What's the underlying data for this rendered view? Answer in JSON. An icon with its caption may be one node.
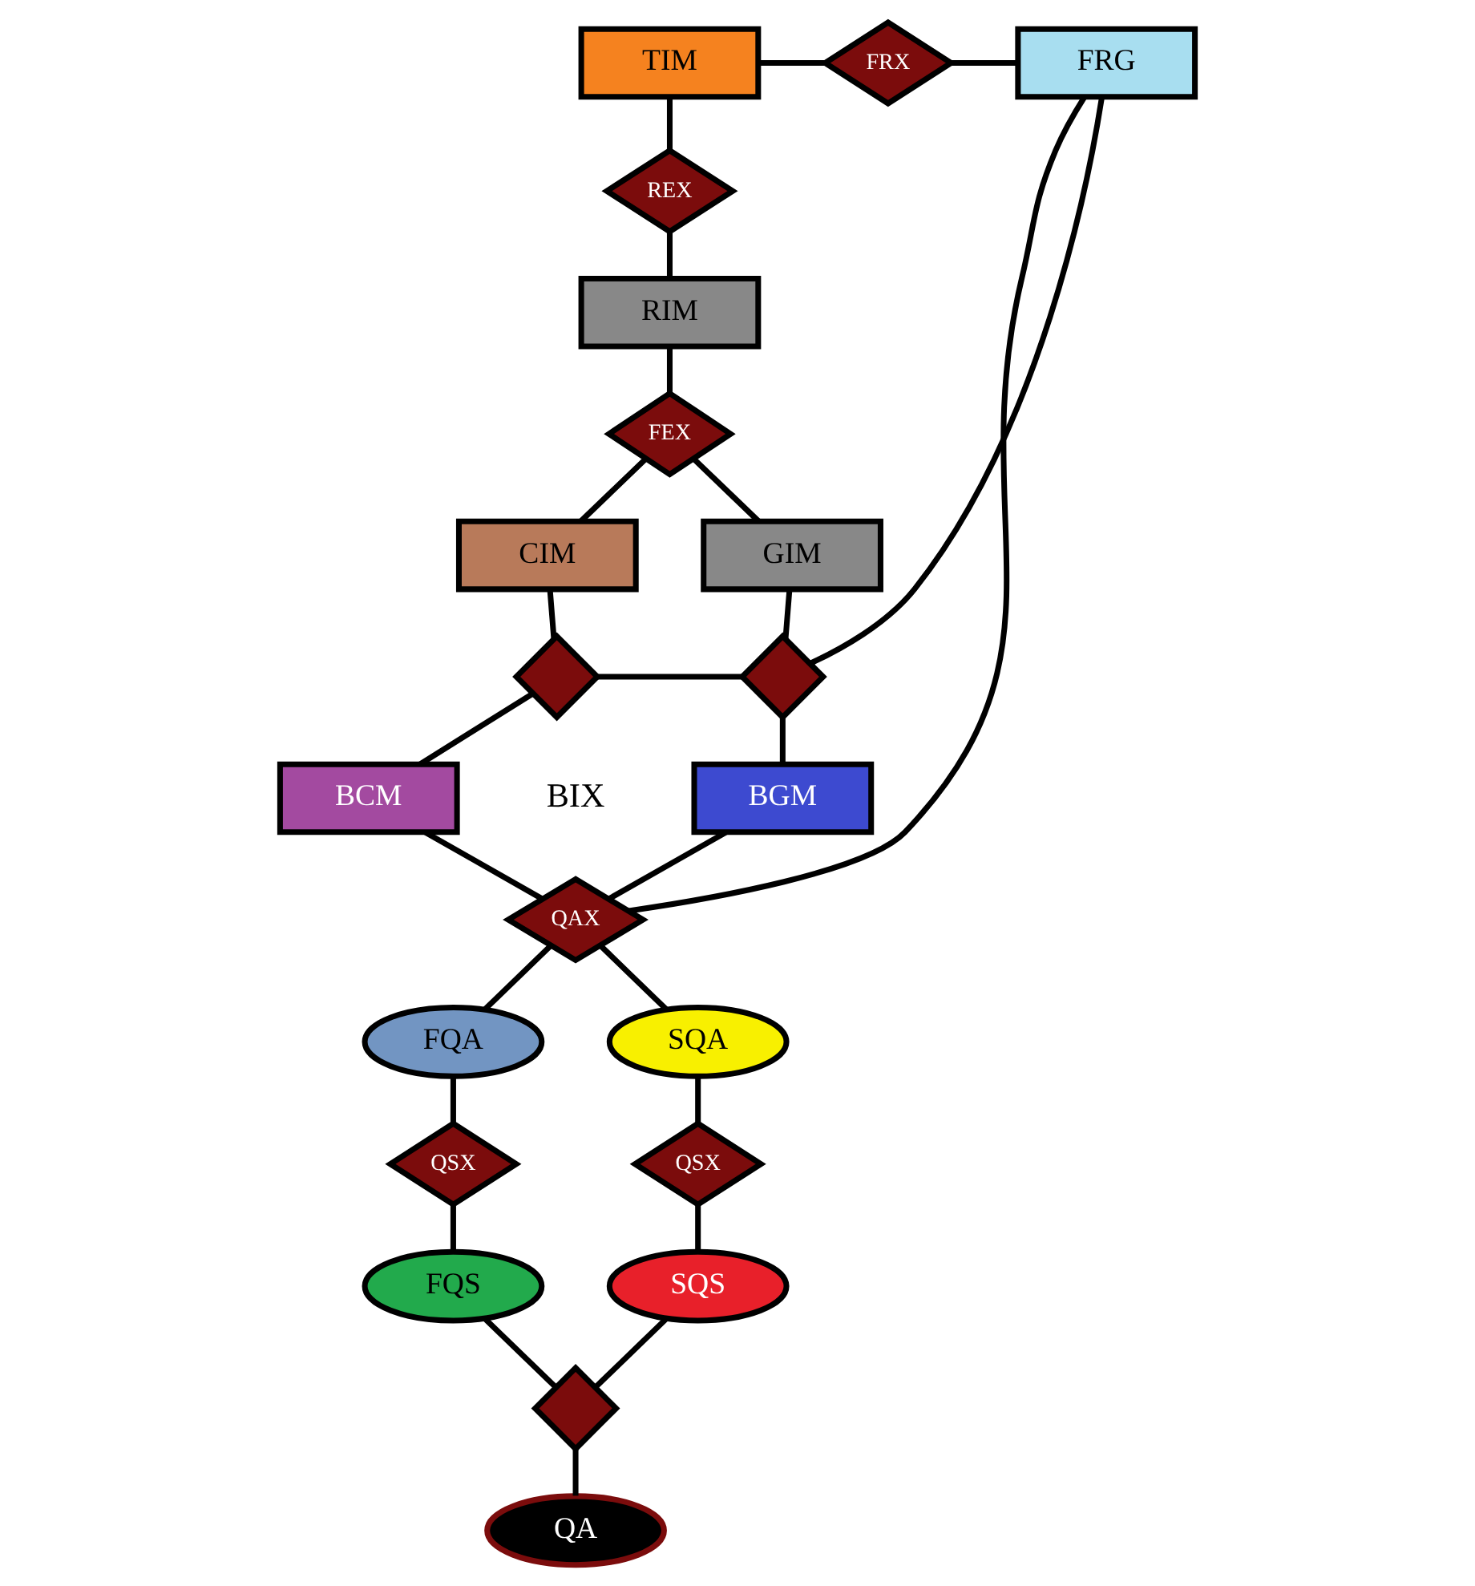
{
  "diagram": {
    "nodes": [
      {
        "text": [
          "TIM"
        ]
      },
      {
        "text": [
          "FRX"
        ]
      },
      {
        "text": [
          "FRG"
        ]
      },
      {
        "text": [
          "REX"
        ]
      },
      {
        "text": [
          "RIM"
        ]
      },
      {
        "text": [
          "FEX"
        ]
      },
      {
        "text": [
          "CIM"
        ]
      },
      {
        "text": [
          "GIM"
        ]
      },
      {
        "text": [],
        "shape": "diamond"
      },
      {
        "text": [],
        "shape": "diamond"
      },
      {
        "text": [
          "BCM"
        ]
      },
      {
        "text": [
          "BGM"
        ]
      },
      {
        "text": [
          "QAX"
        ]
      },
      {
        "text": [
          "FQA"
        ]
      },
      {
        "text": [
          "SQA"
        ]
      },
      {
        "text": [
          "QSX"
        ]
      },
      {
        "text": [
          "QSX"
        ]
      },
      {
        "text": [
          "FQS"
        ]
      },
      {
        "text": [
          "SQS"
        ]
      },
      {
        "text": [],
        "shape": "diamond"
      },
      {
        "text": [
          "QA"
        ]
      }
    ],
    "edges": [
      {
        "from": 0,
        "to": 1,
        "arrow": "none"
      },
      {
        "from": 1,
        "to": 2,
        "arrow": "none"
      },
      {
        "from": 0,
        "to": 3,
        "arrow": "none"
      },
      {
        "from": 3,
        "to": 4,
        "arrow": "none"
      },
      {
        "from": 4,
        "to": 5,
        "arrow": "none"
      },
      {
        "from": 5,
        "to": 6,
        "arrow": "none"
      },
      {
        "from": 5,
        "to": 7,
        "arrow": "none"
      },
      {
        "from": 6,
        "to": 8,
        "arrow": "none"
      },
      {
        "from": 7,
        "to": 9,
        "arrow": "none"
      },
      {
        "from": 8,
        "to": 9,
        "arrow": "none"
      },
      {
        "from": 9,
        "to": 2,
        "arrow": "none"
      },
      {
        "from": 8,
        "to": 10,
        "arrow": "none"
      },
      {
        "from": 9,
        "to": 11,
        "arrow": "none"
      },
      {
        "from": 10,
        "to": 12,
        "arrow": "none"
      },
      {
        "from": 11,
        "to": 12,
        "arrow": "none"
      },
      {
        "from": 2,
        "to": 12,
        "arrow": "none"
      },
      {
        "from": 12,
        "to": 13,
        "arrow": "none"
      },
      {
        "from": 12,
        "to": 14,
        "arrow": "none"
      },
      {
        "from": 13,
        "to": 15,
        "arrow": "none"
      },
      {
        "from": 15,
        "to": 17,
        "arrow": "none"
      },
      {
        "from": 14,
        "to": 16,
        "arrow": "none"
      },
      {
        "from": 16,
        "to": 18,
        "arrow": "none"
      },
      {
        "from": 17,
        "to": 19,
        "arrow": "none"
      },
      {
        "from": 18,
        "to": 19,
        "arrow": "none"
      },
      {
        "from": 19,
        "to": 20,
        "arrow": "none"
      }
    ],
    "labels": [
      "BIX"
    ]
  }
}
